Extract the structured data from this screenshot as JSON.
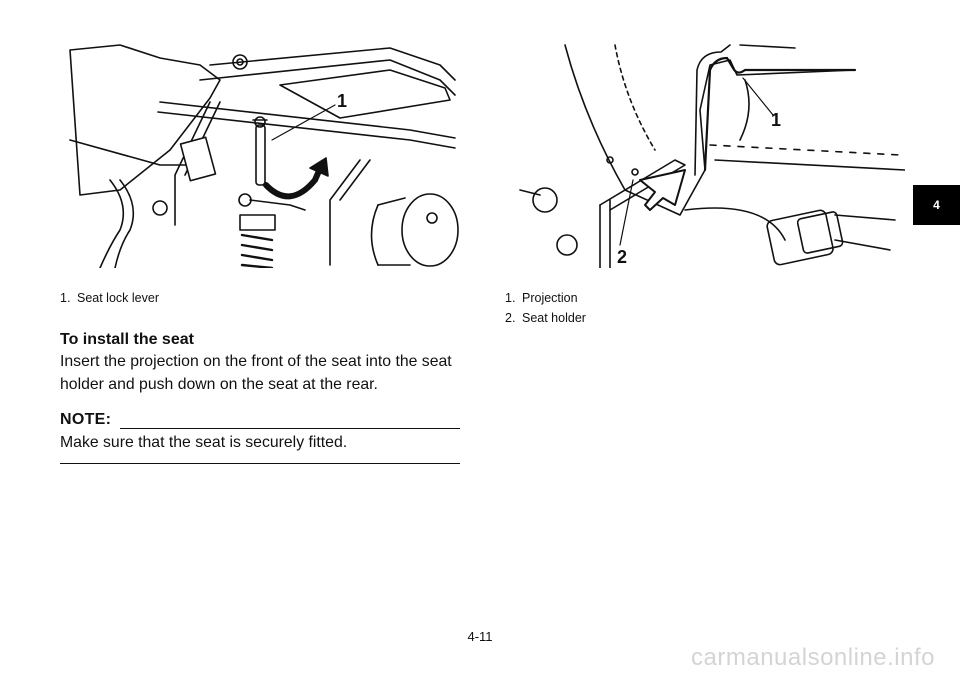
{
  "figure_left": {
    "callouts": [
      "1"
    ],
    "caption": [
      {
        "num": "1.",
        "text": "Seat lock lever"
      }
    ]
  },
  "figure_right": {
    "callouts": [
      "1",
      "2"
    ],
    "caption": [
      {
        "num": "1.",
        "text": "Projection"
      },
      {
        "num": "2.",
        "text": "Seat holder"
      }
    ]
  },
  "section": {
    "heading": "To install the seat",
    "body": "Insert the projection on the front of the seat into the seat holder and push down on the seat at the rear."
  },
  "note": {
    "label": "NOTE:",
    "text": "Make sure that the seat is securely fitted."
  },
  "page_number": "4-11",
  "chapter_tab": "4",
  "watermark": "carmanualsonline.info"
}
